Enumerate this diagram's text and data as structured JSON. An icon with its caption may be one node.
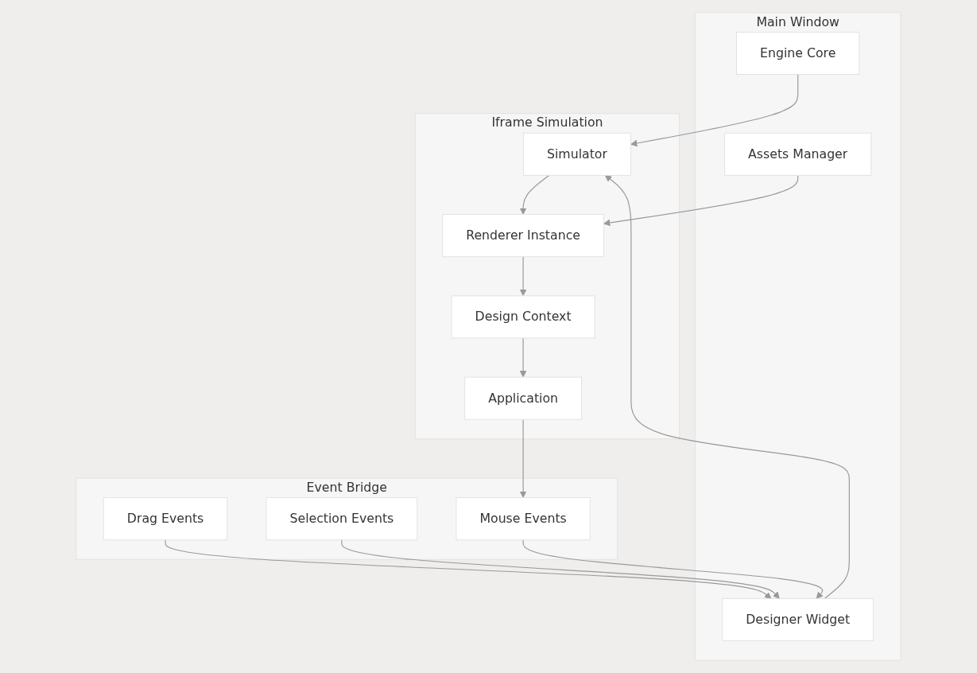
{
  "diagram": {
    "nodes": [
      {
        "text": [
          "Event Bridge"
        ]
      },
      {
        "text": [
          "Drag Events"
        ],
        "in": 0
      },
      {
        "text": [
          "Selection Events"
        ],
        "in": 0
      },
      {
        "text": [
          "Mouse Events"
        ],
        "in": 0
      },
      {
        "text": [
          "Main Window"
        ]
      },
      {
        "text": [
          "Designer Widget"
        ],
        "in": 4
      },
      {
        "text": [
          "Engine Core"
        ],
        "in": 4
      },
      {
        "text": [
          "Assets Manager"
        ],
        "in": 4
      },
      {
        "text": [
          "Iframe Simulation"
        ]
      },
      {
        "text": [
          "Simulator"
        ],
        "in": 8
      },
      {
        "text": [
          "Renderer Instance"
        ],
        "in": 8
      },
      {
        "text": [
          "Design Context"
        ],
        "in": 8
      },
      {
        "text": [
          "Application"
        ],
        "in": 8
      }
    ],
    "edges": [
      {
        "from": 1,
        "to": 5,
        "arrow": "to"
      },
      {
        "from": 2,
        "to": 5,
        "arrow": "to"
      },
      {
        "from": 5,
        "to": 9,
        "arrow": "to"
      },
      {
        "from": 6,
        "to": 9,
        "arrow": "to"
      },
      {
        "from": 9,
        "to": 10,
        "arrow": "to"
      },
      {
        "from": 7,
        "to": 10,
        "arrow": "to"
      },
      {
        "from": 10,
        "to": 11,
        "arrow": "to"
      },
      {
        "from": 11,
        "to": 12,
        "arrow": "to"
      },
      {
        "from": 12,
        "to": 3,
        "arrow": "to"
      },
      {
        "from": 3,
        "to": 5,
        "arrow": "to"
      }
    ]
  }
}
